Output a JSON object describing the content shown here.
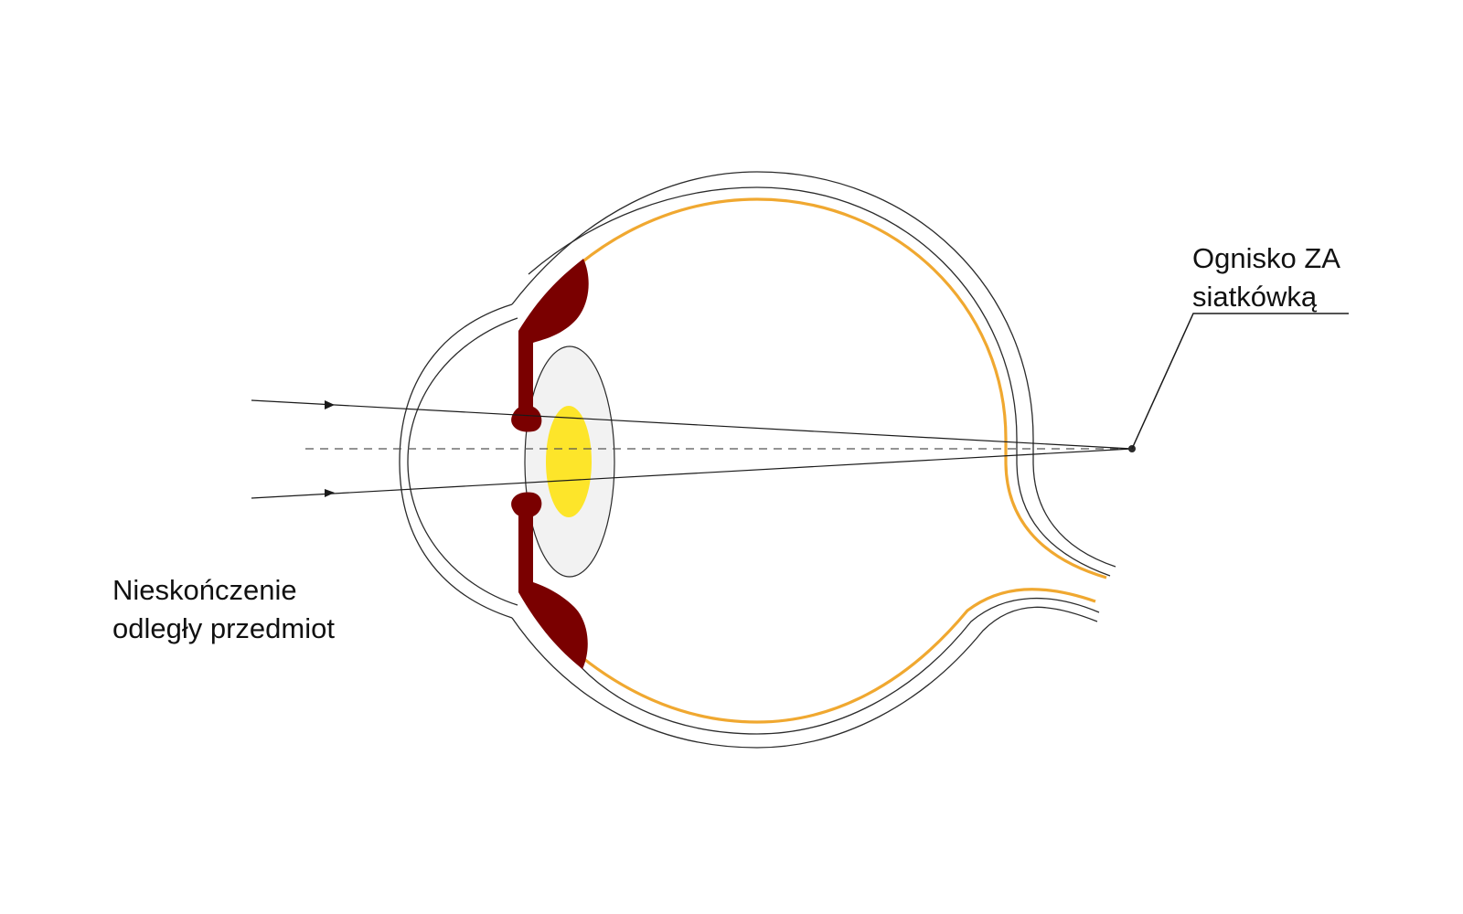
{
  "labels": {
    "object_line1": "Nieskończenie",
    "object_line2": "odległy przedmiot",
    "focus_line1": "Ognisko ZA",
    "focus_line2": "siatkówką"
  },
  "colors": {
    "outline": "#2b2b2b",
    "retina": "#f0a830",
    "iris": "#7a0000",
    "lens_body": "#f2f2f2",
    "lens_core": "#fde52a",
    "ray": "#1a1a1a",
    "axis": "#555555",
    "background": "#ffffff"
  }
}
